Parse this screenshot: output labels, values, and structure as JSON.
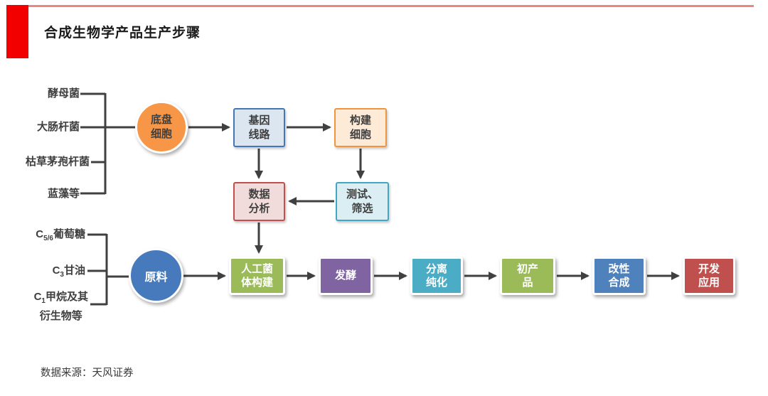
{
  "header": {
    "title": "合成生物学产品生产步骤",
    "accent_block_color": "#f20000",
    "accent_line_color": "#ec8484"
  },
  "footer": {
    "source": "数据来源：天风证券"
  },
  "diagram": {
    "top_branch": {
      "inputs": [
        "酵母菌",
        "大肠杆菌",
        "枯草茅孢杆菌",
        "蓝藻等"
      ],
      "hub": "底盘\n细胞",
      "boxes": {
        "gene_circuit": "基因\n线路",
        "build_cell": "构建\n细胞",
        "data_analysis": "数据\n分析",
        "test_screen": "测试、\n筛选"
      }
    },
    "bottom_branch": {
      "inputs": [
        {
          "symbol": "C",
          "sub": "5/6",
          "name": "葡萄糖"
        },
        {
          "symbol": "C",
          "sub": "3",
          "name": "甘油"
        },
        {
          "symbol": "C",
          "sub": "1",
          "name": "甲烷及其",
          "name2": "衍生物等"
        }
      ],
      "hub": "原料",
      "boxes": {
        "engineered_strain": "人工菌\n体构建",
        "fermentation": "发酵",
        "separation": "分离\n纯化",
        "primary_product": "初产\n品",
        "modification": "改性\n合成",
        "development": "开发\n应用"
      }
    },
    "colors": {
      "blue": "#4F81BD",
      "orange": "#F79646",
      "red": "#C0504D",
      "aqua": "#4BACC6",
      "green": "#9BBB59",
      "purple": "#8064A2",
      "light_blue": "#DCE6F1",
      "light_orange": "#FDEAD7",
      "light_red": "#F2DCDB",
      "light_aqua": "#DAEEF3",
      "connector": "#404040"
    }
  }
}
